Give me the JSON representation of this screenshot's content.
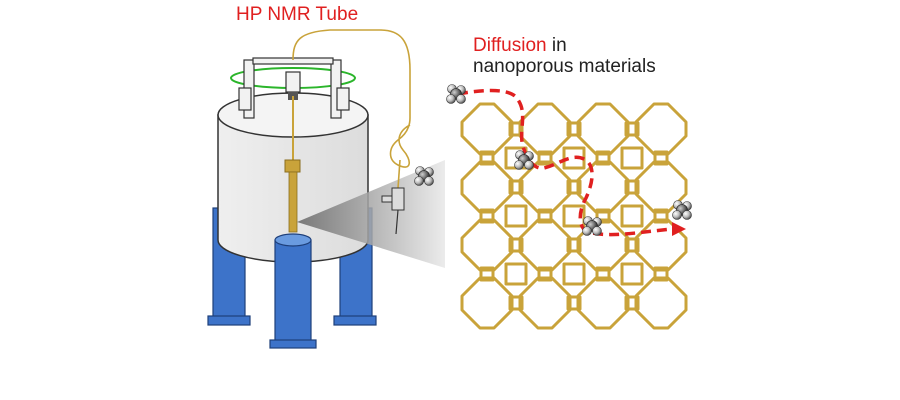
{
  "labels": {
    "hp_nmr_tube": "HP NMR Tube",
    "diffusion_word": "Diffusion",
    "diffusion_rest": " in",
    "nanoporous": "nanoporous materials"
  },
  "colors": {
    "highlight_red": "#e02020",
    "framework_gold": "#c9a33a",
    "magnet_gray": "#e6e6e6",
    "leg_blue": "#3d73c9",
    "ring_green": "#2bb52b"
  },
  "icons": [
    "molecule-icon",
    "diffusion-arrow-icon",
    "valve-icon"
  ]
}
